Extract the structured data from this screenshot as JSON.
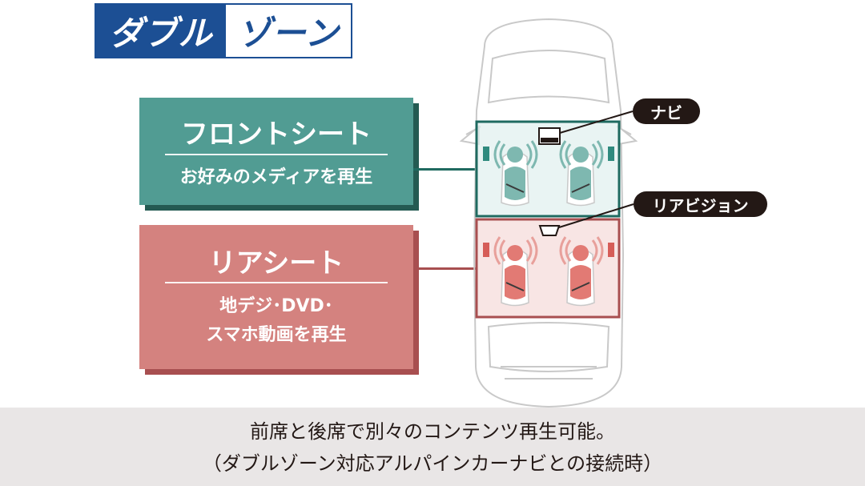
{
  "title": {
    "part1": "ダブル",
    "part2": "ゾーン"
  },
  "zones": {
    "front": {
      "title": "フロントシート",
      "desc": "お好みのメディアを再生",
      "color": "#519c93"
    },
    "rear": {
      "title": "リアシート",
      "desc_line1": "地デジ･DVD･",
      "desc_line2": "スマホ動画を再生",
      "color": "#d4827f"
    }
  },
  "callouts": {
    "navi": "ナビ",
    "rear_vision": "リアビジョン"
  },
  "caption": {
    "line1": "前席と後席で別々のコンテンツ再生可能。",
    "line2": "（ダブルゾーン対応アルパインカーナビとの接続時）"
  },
  "colors": {
    "brand_blue": "#1c4f94",
    "front_line": "#1f6a60",
    "rear_line": "#a84f50",
    "callout_bg": "#231815",
    "caption_bg": "#e9e6e6"
  }
}
